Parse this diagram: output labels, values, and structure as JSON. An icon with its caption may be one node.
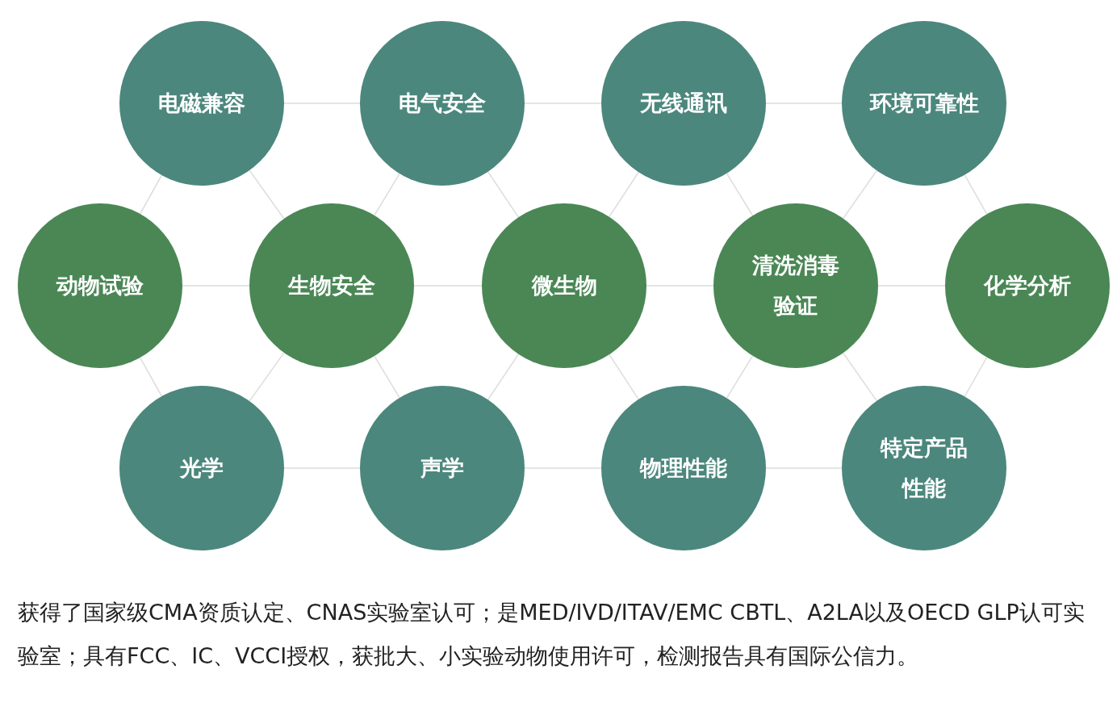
{
  "diagram": {
    "nodes": [
      {
        "text": [
          "电磁兼容"
        ]
      },
      {
        "text": [
          "电气安全"
        ]
      },
      {
        "text": [
          "无线通讯"
        ]
      },
      {
        "text": [
          "环境可靠性"
        ]
      },
      {
        "text": [
          "动物试验"
        ]
      },
      {
        "text": [
          "生物安全"
        ]
      },
      {
        "text": [
          "微生物"
        ]
      },
      {
        "text": [
          "清洗消毒验证"
        ]
      },
      {
        "text": [
          "化学分析"
        ]
      },
      {
        "text": [
          "光学"
        ]
      },
      {
        "text": [
          "声学"
        ]
      },
      {
        "text": [
          "物理性能"
        ]
      },
      {
        "text": [
          "特定产品性能"
        ]
      }
    ],
    "edges": [
      {
        "from": 0,
        "to": 1,
        "arrow": "none"
      },
      {
        "from": 1,
        "to": 2,
        "arrow": "none"
      },
      {
        "from": 2,
        "to": 3,
        "arrow": "none"
      },
      {
        "from": 0,
        "to": 4,
        "arrow": "none"
      },
      {
        "from": 0,
        "to": 5,
        "arrow": "none"
      },
      {
        "from": 1,
        "to": 5,
        "arrow": "none"
      },
      {
        "from": 1,
        "to": 6,
        "arrow": "none"
      },
      {
        "from": 2,
        "to": 6,
        "arrow": "none"
      },
      {
        "from": 2,
        "to": 7,
        "arrow": "none"
      },
      {
        "from": 3,
        "to": 7,
        "arrow": "none"
      },
      {
        "from": 3,
        "to": 8,
        "arrow": "none"
      },
      {
        "from": 4,
        "to": 5,
        "arrow": "none"
      },
      {
        "from": 5,
        "to": 6,
        "arrow": "none"
      },
      {
        "from": 6,
        "to": 7,
        "arrow": "none"
      },
      {
        "from": 7,
        "to": 8,
        "arrow": "none"
      },
      {
        "from": 4,
        "to": 9,
        "arrow": "none"
      },
      {
        "from": 5,
        "to": 9,
        "arrow": "none"
      },
      {
        "from": 5,
        "to": 10,
        "arrow": "none"
      },
      {
        "from": 6,
        "to": 10,
        "arrow": "none"
      },
      {
        "from": 6,
        "to": 11,
        "arrow": "none"
      },
      {
        "from": 7,
        "to": 11,
        "arrow": "none"
      },
      {
        "from": 7,
        "to": 12,
        "arrow": "none"
      },
      {
        "from": 8,
        "to": 12,
        "arrow": "none"
      },
      {
        "from": 9,
        "to": 10,
        "arrow": "none"
      },
      {
        "from": 10,
        "to": 11,
        "arrow": "none"
      },
      {
        "from": 11,
        "to": 12,
        "arrow": "none"
      }
    ],
    "caption": "获得了国家级CMA资质认定、CNAS实验室认可；是MED/IVD/ITAV/EMC CBTL、A2LA以及OECD GLP认可实验室；具有FCC、IC、VCCI授权，获批大、小实验动物使用许可，检测报告具有国际公信力。"
  }
}
